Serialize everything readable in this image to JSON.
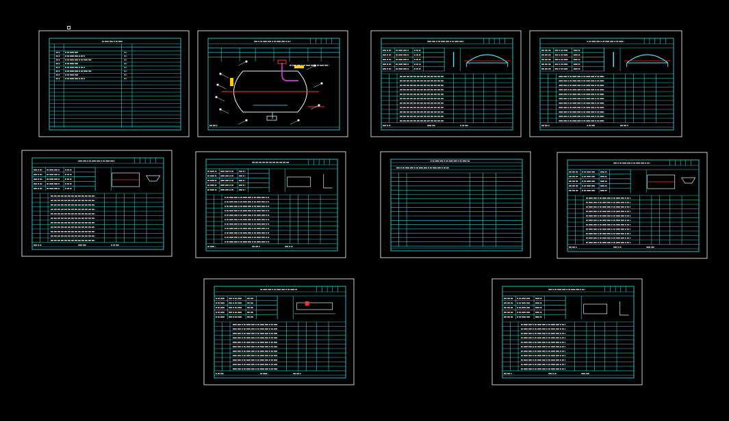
{
  "app": {
    "background": "#000000",
    "frame_color": "#e8e8e8",
    "table_color": "#2fd0d8"
  },
  "sheets": [
    {
      "name": "cover-sheet",
      "kind": "index-table"
    },
    {
      "name": "vessel-assembly",
      "kind": "assembly-drawing"
    },
    {
      "name": "part-sheet-head-1",
      "kind": "part-head"
    },
    {
      "name": "part-sheet-head-2",
      "kind": "part-head"
    },
    {
      "name": "part-sheet-3",
      "kind": "part-flange"
    },
    {
      "name": "part-sheet-4",
      "kind": "part-plate"
    },
    {
      "name": "part-sheet-5",
      "kind": "list-only"
    },
    {
      "name": "part-sheet-6",
      "kind": "part-flange"
    },
    {
      "name": "part-sheet-7",
      "kind": "part-pipe"
    },
    {
      "name": "part-sheet-8",
      "kind": "part-plate"
    }
  ]
}
